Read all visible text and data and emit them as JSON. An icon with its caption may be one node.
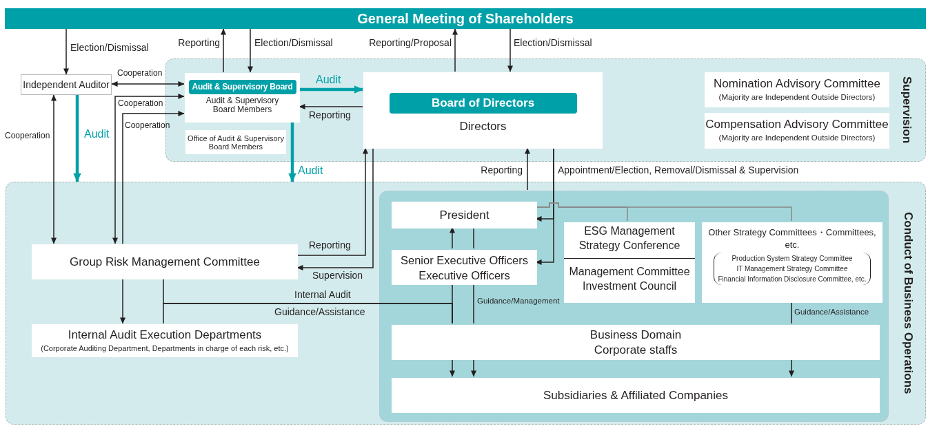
{
  "diagram": {
    "nodes": [
      {
        "text": [
          "General Meeting of Shareholders"
        ]
      },
      {
        "text": [
          "Supervision"
        ]
      },
      {
        "text": [
          "Independent Auditor"
        ]
      },
      {
        "text": [
          "Audit & Supervisory Board",
          "Audit & Supervisory Board Members"
        ],
        "in": 1
      },
      {
        "text": [
          "Office of Audit & Supervisory Board Members"
        ],
        "in": 1
      },
      {
        "text": [
          "Board of Directors",
          "Directors"
        ],
        "in": 1
      },
      {
        "text": [
          "Nomination Advisory Committee",
          "(Majority are Independent Outside Directors)"
        ],
        "in": 1
      },
      {
        "text": [
          "Compensation Advisory Committee",
          "(Majority are Independent Outside Directors)"
        ],
        "in": 1
      },
      {
        "text": [
          "Conduct of Business Operations"
        ]
      },
      {
        "text": [
          "Group Risk Management Committee"
        ],
        "in": 8
      },
      {
        "text": [
          "Internal Audit Execution Departments",
          "(Corporate Auditing Department, Departments in charge of each risk, etc.)"
        ],
        "in": 8
      },
      {
        "text": [],
        "shape": "box",
        "in": 8
      },
      {
        "text": [
          "President"
        ],
        "in": 11
      },
      {
        "text": [
          "Senior Executive Officers Executive Officers"
        ],
        "in": 11
      },
      {
        "text": [
          "ESG Management Strategy Conference",
          "Management Committee Investment Council"
        ],
        "in": 11
      },
      {
        "text": [
          "Other Strategy Committees・Committees, etc.",
          "Production System Strategy Committee",
          "IT Management Strategy Committee",
          "Financial Information Disclosure Committee, etc."
        ],
        "in": 11
      },
      {
        "text": [
          "Business Domain Corporate staffs"
        ],
        "in": 11
      },
      {
        "text": [
          "Subsidiaries & Affiliated Companies"
        ],
        "in": 11
      }
    ],
    "edges": [
      {
        "from": 0,
        "to": 2,
        "arrow": "to",
        "label": "Election/Dismissal"
      },
      {
        "from": 3,
        "to": 0,
        "arrow": "to",
        "label": "Reporting"
      },
      {
        "from": 0,
        "to": 3,
        "arrow": "to",
        "label": "Election/Dismissal"
      },
      {
        "from": 5,
        "to": 0,
        "arrow": "to",
        "label": "Reporting/Proposal"
      },
      {
        "from": 0,
        "to": 5,
        "arrow": "to",
        "label": "Election/Dismissal"
      },
      {
        "from": 2,
        "to": 3,
        "arrow": "both",
        "label": "Cooperation"
      },
      {
        "from": 3,
        "to": 5,
        "arrow": "to",
        "label": "Audit",
        "style": "thick",
        "color": "#00a0a8"
      },
      {
        "from": 5,
        "to": 3,
        "arrow": "to",
        "label": "Reporting"
      },
      {
        "from": 2,
        "to": 8,
        "arrow": "to",
        "label": "Audit",
        "style": "thick",
        "color": "#00a0a8"
      },
      {
        "from": 3,
        "to": 8,
        "arrow": "to",
        "label": "Audit",
        "style": "thick",
        "color": "#00a0a8"
      },
      {
        "from": 9,
        "to": 2,
        "arrow": "both",
        "label": "Cooperation"
      },
      {
        "from": 9,
        "to": 3,
        "arrow": "both",
        "label": "Cooperation"
      },
      {
        "from": 9,
        "to": 3,
        "arrow": "to",
        "label": "Cooperation"
      },
      {
        "from": 9,
        "to": 5,
        "arrow": "to",
        "label": "Reporting"
      },
      {
        "from": 5,
        "to": 9,
        "arrow": "to",
        "label": "Supervision"
      },
      {
        "from": 5,
        "to": 12,
        "arrow": "to",
        "label": "Appointment/Election, Removal/Dismissal & Supervision"
      },
      {
        "from": 5,
        "to": 13,
        "arrow": "to"
      },
      {
        "from": 11,
        "to": 5,
        "arrow": "to",
        "label": "Reporting"
      },
      {
        "from": 13,
        "to": 12,
        "arrow": "to"
      },
      {
        "from": 9,
        "to": 10,
        "arrow": "to"
      },
      {
        "from": 9,
        "to": 16,
        "arrow": "none",
        "label": "Internal Audit"
      },
      {
        "from": 10,
        "to": 16,
        "arrow": "none",
        "label": "Guidance/Assistance"
      },
      {
        "from": 13,
        "to": 16,
        "arrow": "none"
      },
      {
        "from": 12,
        "to": 13,
        "arrow": "none"
      },
      {
        "from": 13,
        "to": 16,
        "arrow": "none",
        "label": "Guidance/Management"
      },
      {
        "from": 15,
        "to": 16,
        "arrow": "none",
        "label": "Guidance/Assistance"
      },
      {
        "from": 16,
        "to": 17,
        "arrow": "to"
      },
      {
        "from": 16,
        "to": 17,
        "arrow": "to"
      },
      {
        "from": 16,
        "to": 17,
        "arrow": "to"
      },
      {
        "from": 12,
        "to": 14,
        "arrow": "none",
        "color": "#888888"
      },
      {
        "from": 12,
        "to": 15,
        "arrow": "none",
        "color": "#888888"
      }
    ]
  }
}
